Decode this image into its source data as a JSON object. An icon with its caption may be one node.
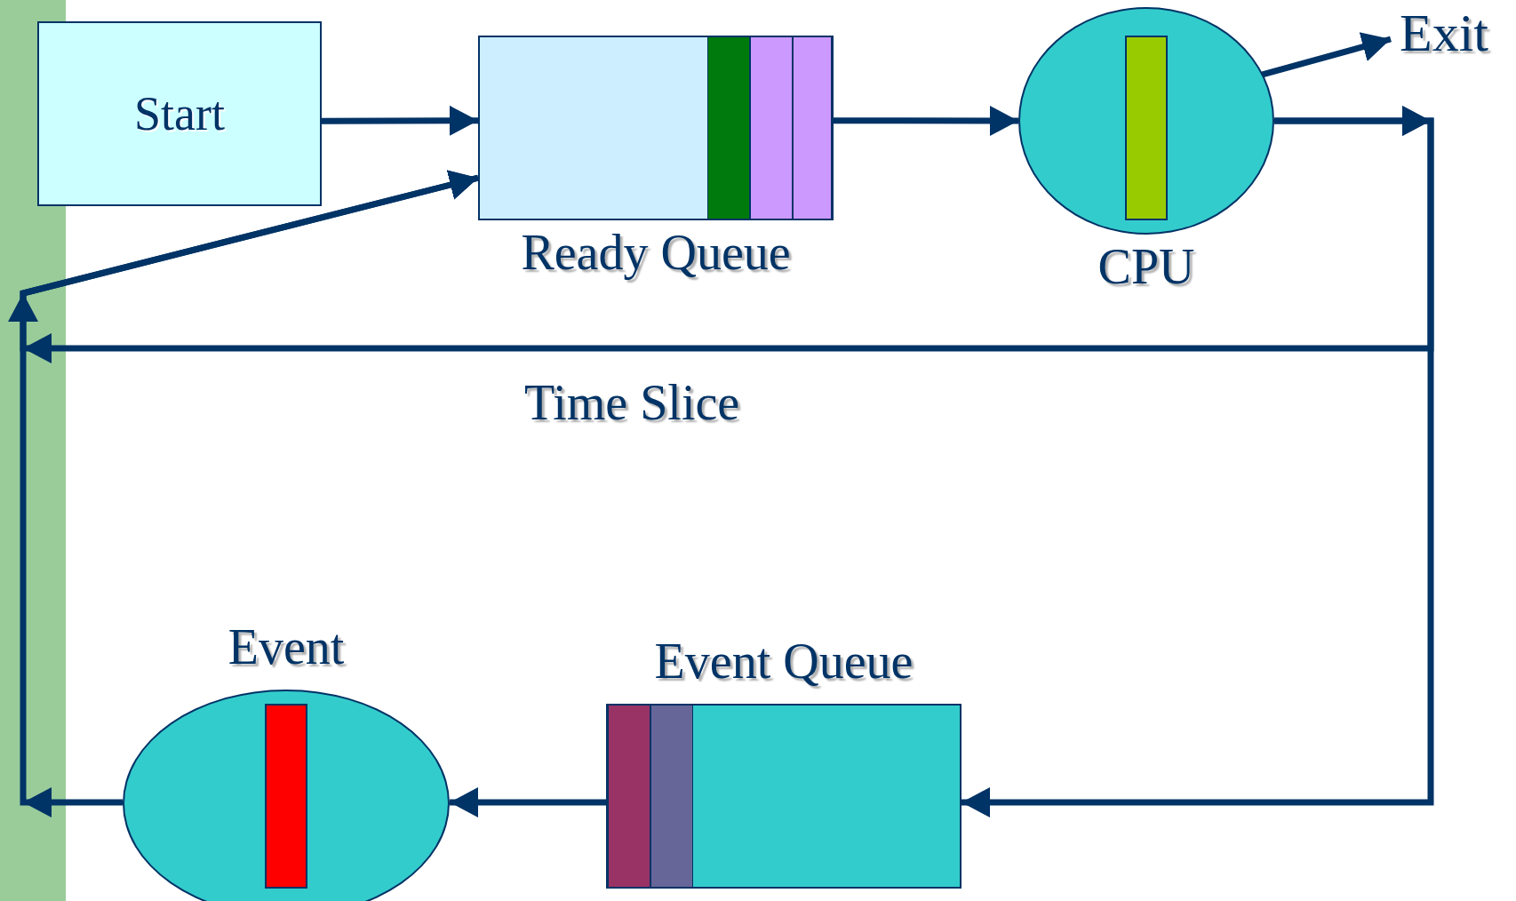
{
  "diagram": {
    "nodes": [
      {
        "text": [
          "Start"
        ]
      },
      {
        "text": [
          "Ready Queue"
        ]
      },
      {
        "text": [
          "CPU"
        ]
      },
      {
        "text": [
          "Exit"
        ]
      },
      {
        "text": [
          "Event Queue"
        ]
      },
      {
        "text": [
          "Event"
        ]
      },
      {
        "text": [],
        "shape": "bar",
        "in": 1
      },
      {
        "text": [],
        "shape": "bar",
        "in": 1
      },
      {
        "text": [],
        "shape": "bar",
        "in": 1
      },
      {
        "text": [],
        "shape": "bar",
        "in": 2
      },
      {
        "text": [],
        "shape": "bar",
        "in": 4
      },
      {
        "text": [],
        "shape": "bar",
        "in": 4
      },
      {
        "text": [],
        "shape": "bar",
        "in": 5
      }
    ],
    "edges": [
      {
        "from": 0,
        "to": 1,
        "arrow": "to"
      },
      {
        "from": 1,
        "to": 2,
        "arrow": "to"
      },
      {
        "from": 2,
        "to": 3,
        "arrow": "to"
      },
      {
        "from": 2,
        "to": 4,
        "arrow": "to"
      },
      {
        "from": 2,
        "to": 1,
        "arrow": "to",
        "label": "Time Slice"
      },
      {
        "from": 4,
        "to": 5,
        "arrow": "to"
      },
      {
        "from": 5,
        "to": 1,
        "arrow": "to"
      }
    ]
  }
}
